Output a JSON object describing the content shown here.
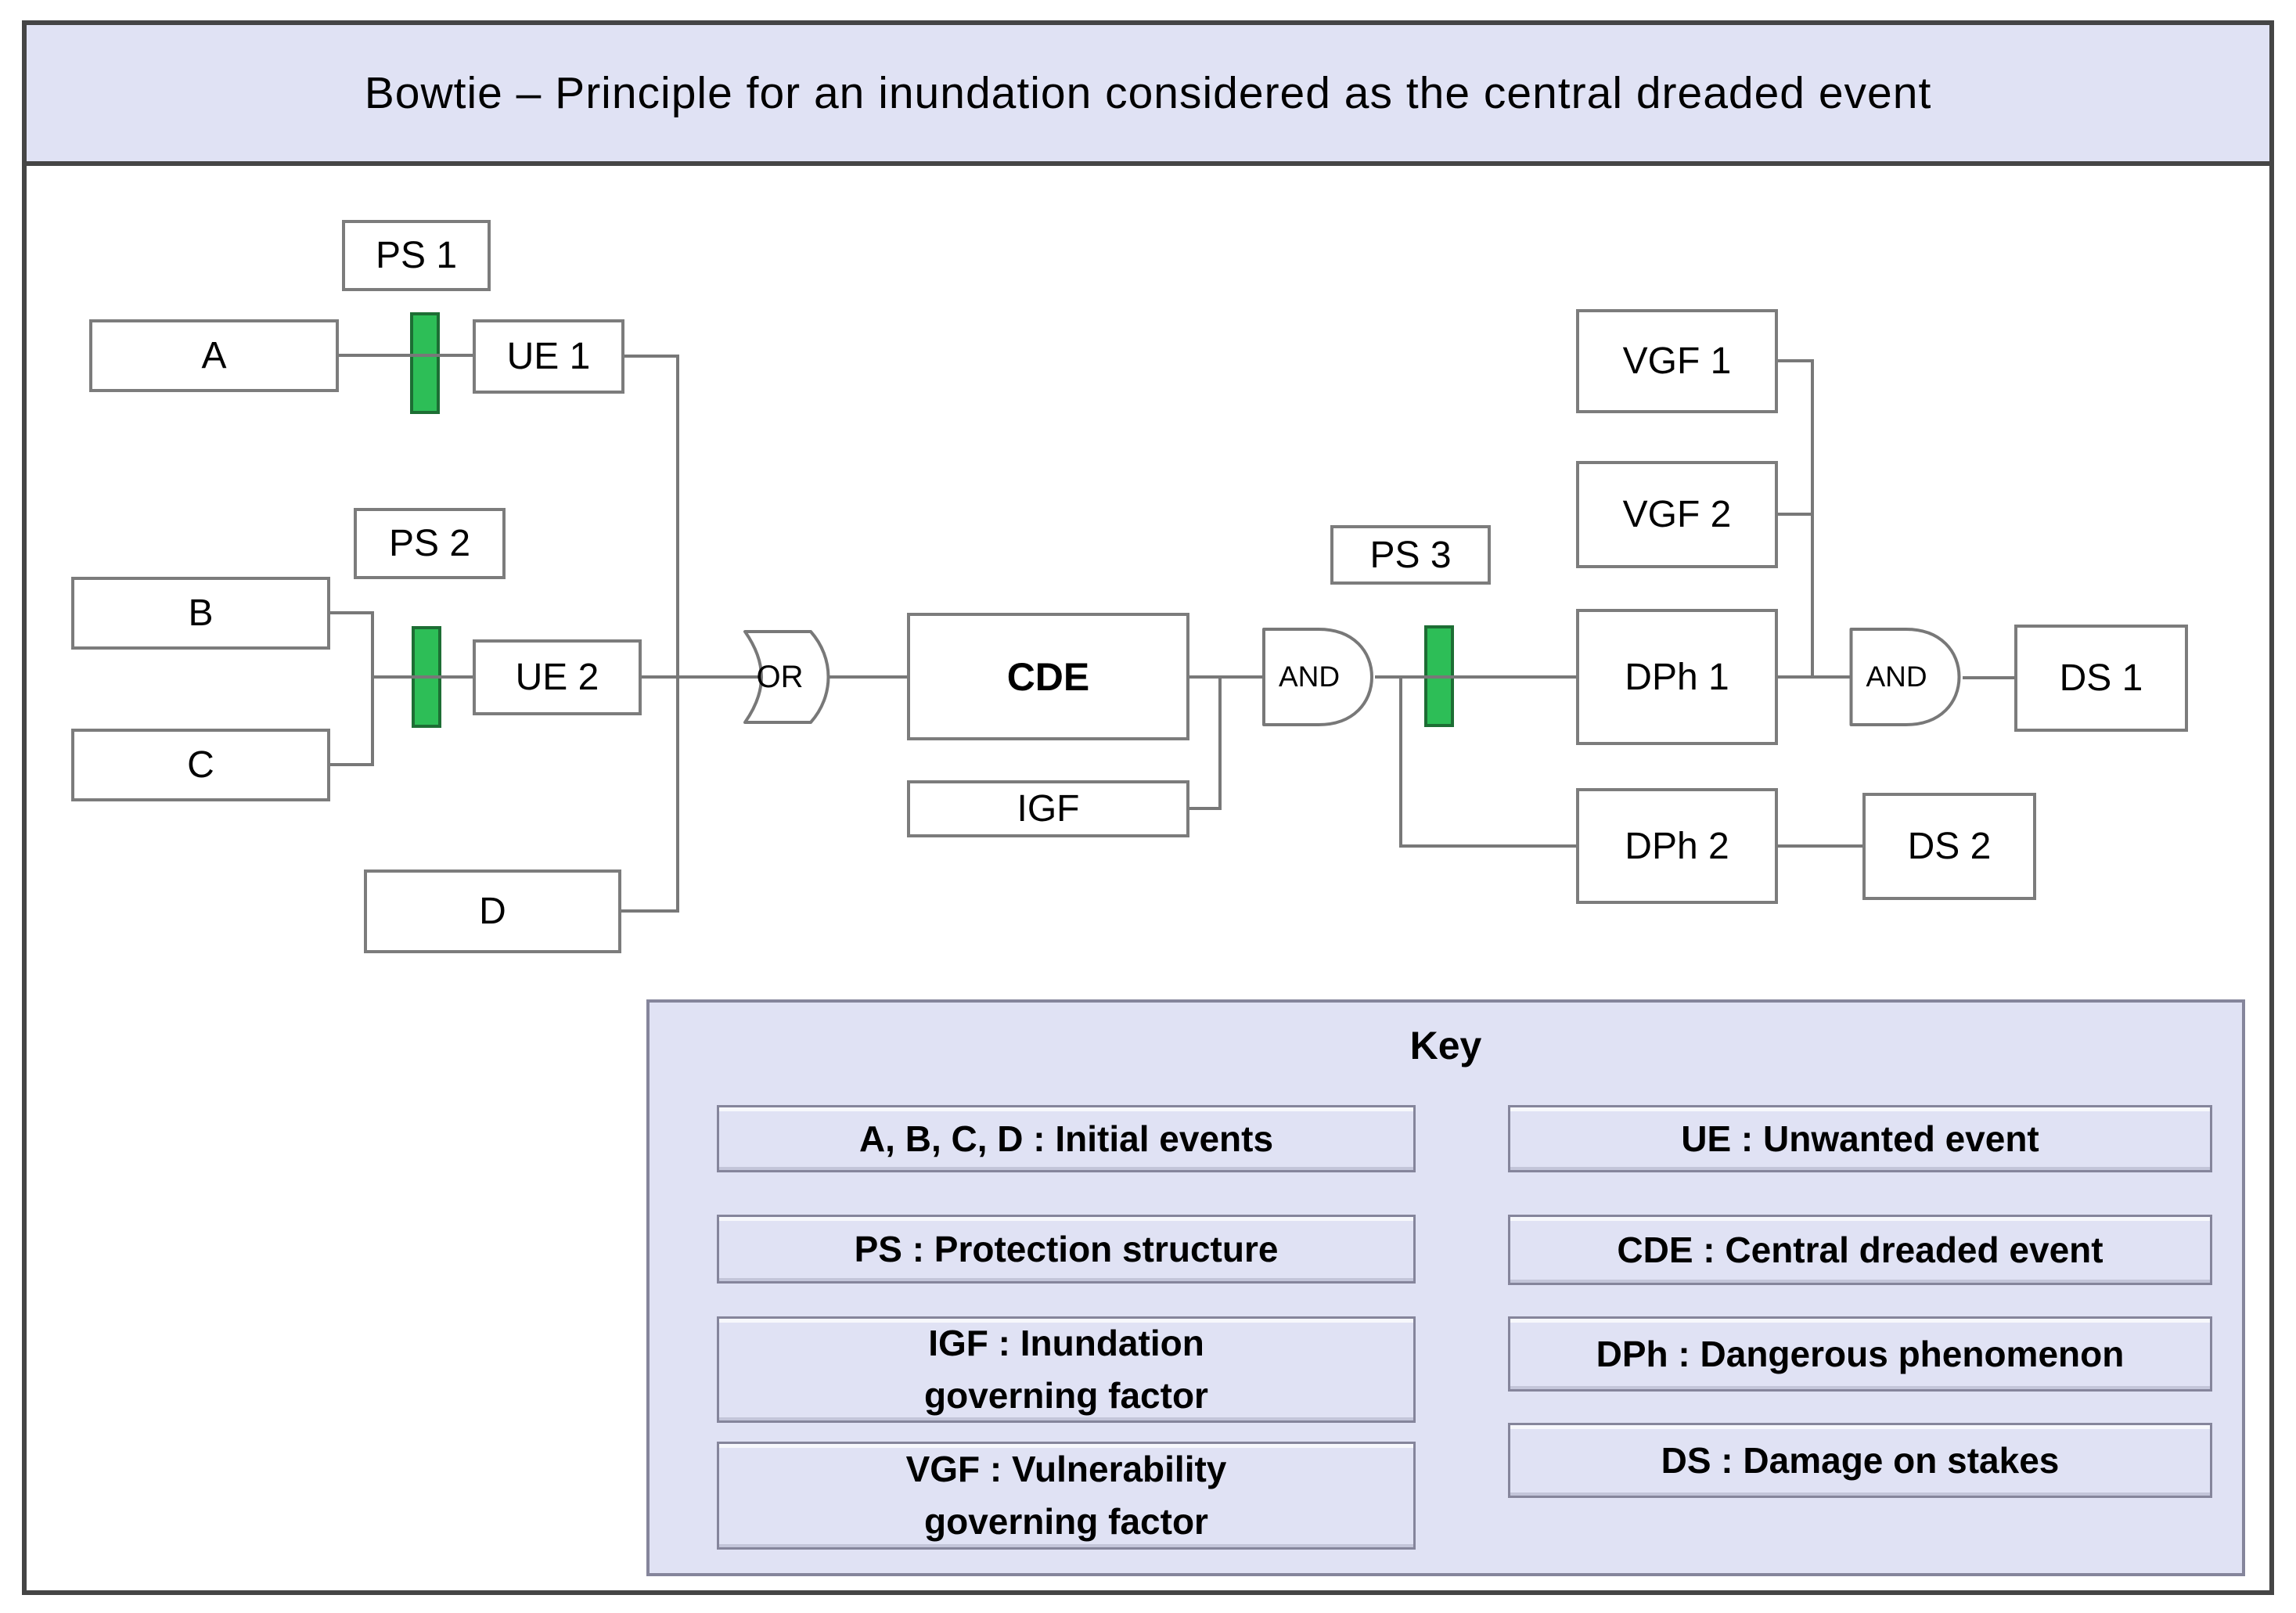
{
  "title": "Bowtie – Principle for an inundation considered as the central dreaded event",
  "diagram": {
    "nodes": {
      "ps1": "PS 1",
      "a": "A",
      "ue1": "UE 1",
      "ps2": "PS 2",
      "b": "B",
      "c": "C",
      "ue2": "UE 2",
      "d": "D",
      "cde": "CDE",
      "igf": "IGF",
      "ps3": "PS 3",
      "vgf1": "VGF 1",
      "vgf2": "VGF 2",
      "dph1": "DPh 1",
      "dph2": "DPh 2",
      "ds1": "DS 1",
      "ds2": "DS 2"
    },
    "gates": {
      "or": "OR",
      "and1": "AND",
      "and2": "AND"
    }
  },
  "key": {
    "title": "Key",
    "left": [
      "A, B, C, D : Initial events",
      "PS : Protection structure",
      "IGF : Inundation\ngoverning factor",
      "VGF : Vulnerability\ngoverning factor"
    ],
    "right": [
      "UE : Unwanted event",
      "CDE : Central dreaded event",
      "DPh : Dangerous phenomenon",
      "DS : Damage on stakes"
    ]
  },
  "colors": {
    "panel_lavender": "#e0e2f4",
    "barrier_green": "#2dbe57",
    "barrier_green_border": "#1d6e34",
    "connector_gray": "#787878",
    "frame_dark": "#454545",
    "box_border_gray": "#7c7c7c",
    "key_border_gray": "#85859b"
  }
}
